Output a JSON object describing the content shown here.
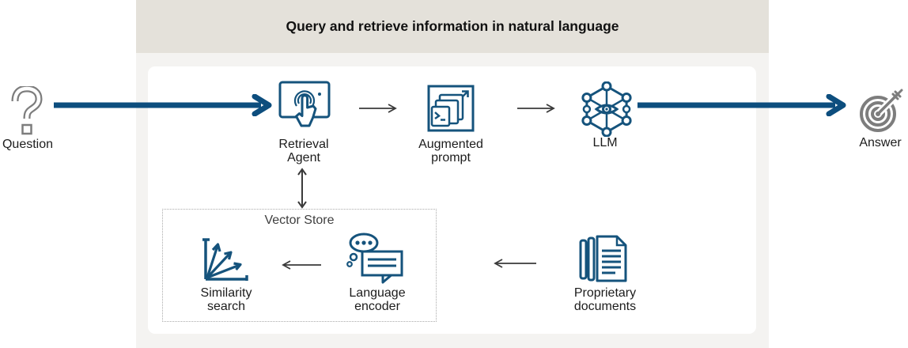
{
  "header": {
    "title": "Query and retrieve information in natural language"
  },
  "flow": {
    "question": {
      "label": "Question",
      "icon": "question-mark-icon"
    },
    "retrieval_agent": {
      "label": "Retrieval\nAgent",
      "icon": "touch-screen-icon"
    },
    "augmented_prompt": {
      "label": "Augmented\nprompt",
      "icon": "terminal-windows-expand-icon"
    },
    "llm": {
      "label": "LLM",
      "icon": "neural-network-eye-icon"
    },
    "answer": {
      "label": "Answer",
      "icon": "target-dart-icon"
    }
  },
  "vector_store": {
    "title": "Vector Store",
    "similarity_search": {
      "label": "Similarity\nsearch",
      "icon": "vector-axes-icon"
    },
    "language_encoder": {
      "label": "Language\nencoder",
      "icon": "speech-bubbles-icon"
    }
  },
  "sources": {
    "proprietary_documents": {
      "label": "Proprietary\ndocuments",
      "icon": "stacked-documents-icon"
    }
  },
  "colors": {
    "header_bg": "#e4e1da",
    "panel_bg": "#f4f3f1",
    "card_bg": "#ffffff",
    "accent_blue": "#0d4e7e",
    "icon_blue": "#15537c",
    "icon_gray": "#7d7d7d",
    "arrow_dark": "#3a3a3a",
    "text": "#1c1c1c",
    "muted_text": "#3f3f3f",
    "dotted_border": "#ababab"
  }
}
